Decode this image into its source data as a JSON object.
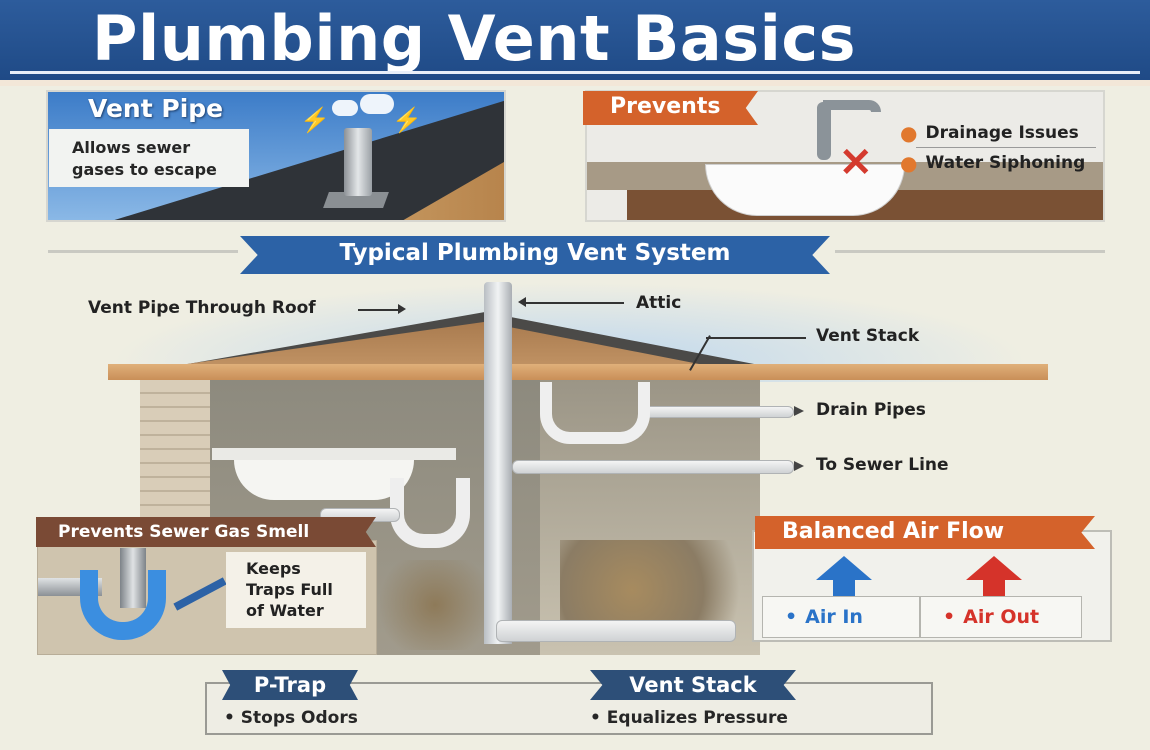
{
  "header": {
    "title": "Plumbing Vent Basics"
  },
  "vent_pipe_card": {
    "title": "Vent Pipe",
    "description_line1": "Allows sewer",
    "description_line2": "gases to escape"
  },
  "prevents_card": {
    "title": "Prevents",
    "items": [
      "Drainage Issues",
      "Water Siphoning"
    ],
    "bullet_color": "#e1782e",
    "x_icon": "✕"
  },
  "system_section": {
    "title": "Typical Plumbing Vent System",
    "labels": {
      "vent_pipe_through_roof": "Vent Pipe Through Roof",
      "attic": "Attic",
      "vent_stack": "Vent Stack",
      "drain_pipes": "Drain Pipes",
      "to_sewer_line": "To Sewer Line"
    }
  },
  "sewer_gas_card": {
    "title": "Prevents Sewer Gas Smell",
    "callout_line1": "Keeps",
    "callout_line2": "Traps Full",
    "callout_line3": "of Water"
  },
  "air_flow_card": {
    "title": "Balanced Air Flow",
    "air_in": {
      "label": "Air In",
      "color": "#2a73c8"
    },
    "air_out": {
      "label": "Air Out",
      "color": "#d5332a"
    }
  },
  "legend": {
    "p_trap": {
      "title": "P-Trap",
      "item": "Stops Odors"
    },
    "vent_stack": {
      "title": "Vent Stack",
      "item": "Equalizes Pressure"
    }
  },
  "colors": {
    "header_blue": "#2d5c9c",
    "banner_orange": "#d4622b",
    "banner_brown": "#7a4a35",
    "legend_navy": "#2d4f78"
  }
}
